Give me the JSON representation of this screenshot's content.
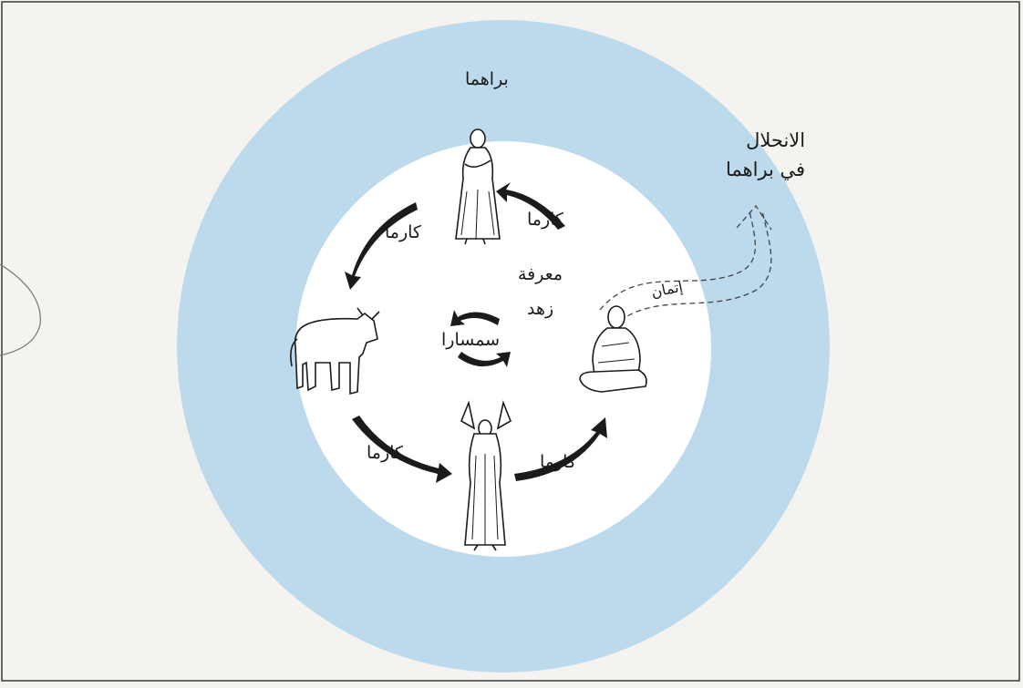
{
  "diagram": {
    "outer_label": "براهما",
    "center_label": "سمسارا",
    "center_side_labels": [
      "معرفة",
      "زهد"
    ],
    "dissolution_label": [
      "الانحلال",
      "في براهما"
    ],
    "path_label": "إتمان",
    "karma_label": "كارما",
    "figures": [
      {
        "name": "standing-woman-figure"
      },
      {
        "name": "bull-figure"
      },
      {
        "name": "raised-arms-figure"
      },
      {
        "name": "meditating-monk-figure"
      }
    ],
    "colors": {
      "outer_ring": "#bcdaec",
      "inner_circle": "#ffffff",
      "page_background": "#f4f3ef",
      "ink": "#1b1b1b"
    }
  }
}
